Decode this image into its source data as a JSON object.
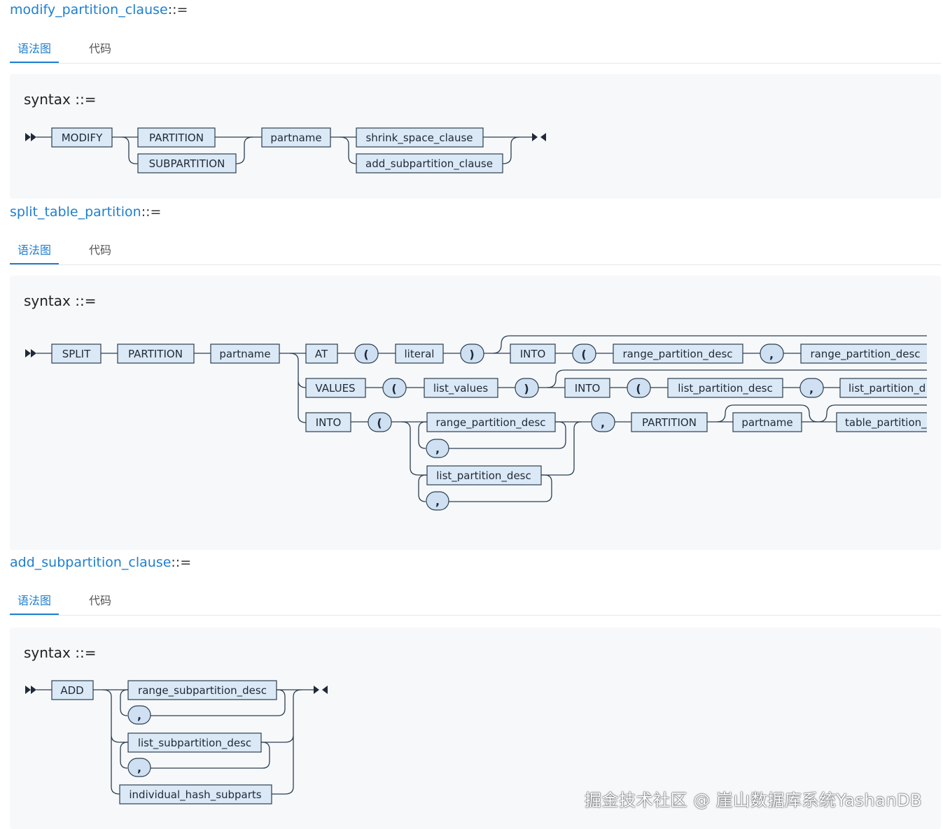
{
  "sections": [
    {
      "name": "modify_partition_clause",
      "op": "::=",
      "tab_syntax": "语法图",
      "tab_code": "代码"
    },
    {
      "name": "split_table_partition",
      "op": "::=",
      "tab_syntax": "语法图",
      "tab_code": "代码"
    },
    {
      "name": "add_subpartition_clause",
      "op": "::=",
      "tab_syntax": "语法图",
      "tab_code": "代码"
    }
  ],
  "syntax_label": "syntax ::=",
  "diagram1": {
    "modify": "MODIFY",
    "partition": "PARTITION",
    "subpartition": "SUBPARTITION",
    "partname": "partname",
    "shrink": "shrink_space_clause",
    "add_sub": "add_subpartition_clause"
  },
  "diagram2": {
    "split": "SPLIT",
    "partition": "PARTITION",
    "partname": "partname",
    "at": "AT",
    "lparen": "(",
    "literal": "literal",
    "rparen": ")",
    "into": "INTO",
    "range_desc": "range_partition_desc",
    "comma": ",",
    "range_desc2": "range_partition_desc",
    "values": "VALUES",
    "list_values": "list_values",
    "into2": "INTO",
    "list_desc": "list_partition_desc",
    "list_desc2": "list_partition_d",
    "into3": "INTO",
    "range_desc3": "range_partition_desc",
    "list_desc3": "list_partition_desc",
    "partition2": "PARTITION",
    "partname2": "partname",
    "table_partition": "table_partition_"
  },
  "diagram3": {
    "add": "ADD",
    "range_sub": "range_subpartition_desc",
    "list_sub": "list_subpartition_desc",
    "hash_sub": "individual_hash_subparts",
    "comma": ","
  },
  "watermark": "掘金技术社区 @ 崖山数据库系统YashanDB"
}
